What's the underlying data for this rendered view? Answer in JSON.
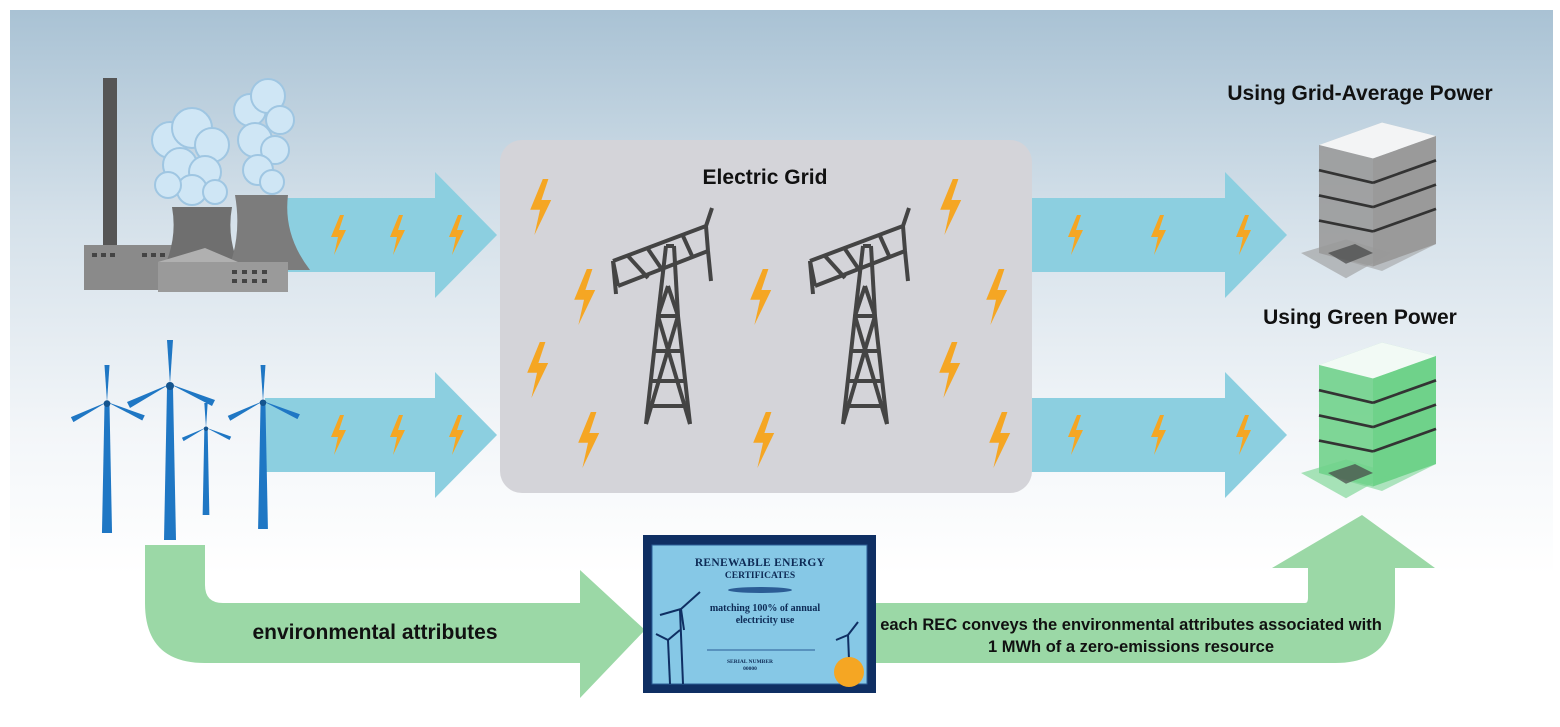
{
  "grid": {
    "title": "Electric Grid"
  },
  "consumers": {
    "grid_average_label": "Using Grid-Average Power",
    "green_label": "Using Green Power"
  },
  "attributes": {
    "label": "environmental attributes",
    "rec_description": "each REC conveys the environmental attributes associated with 1 MWh of a zero-emissions resource"
  },
  "certificate": {
    "title": "RENEWABLE ENERGY",
    "subtitle": "CERTIFICATES",
    "body": "matching 100% of annual electricity use",
    "serial_label": "SERIAL NUMBER",
    "serial_value": "00000"
  },
  "icons": {
    "source_fossil": "power-plant-icon",
    "source_renewable": "wind-turbine-icon",
    "grid_structure": "transmission-tower-icon",
    "flow": "lightning-bolt-icon",
    "consumer": "office-building-icon",
    "seal": "certificate-seal-icon"
  },
  "colors": {
    "power_flow_arrow": "#8ccfe0",
    "attribute_flow_arrow": "#9bd8a6",
    "lightning": "#f5a623",
    "grid_box": "#d4d4d9",
    "wind_turbine": "#1f77c4",
    "certificate_frame": "#0f2f63",
    "certificate_paper": "#86c8e6",
    "building_grey": "#9a9a9a",
    "building_green": "#6fd28a"
  }
}
